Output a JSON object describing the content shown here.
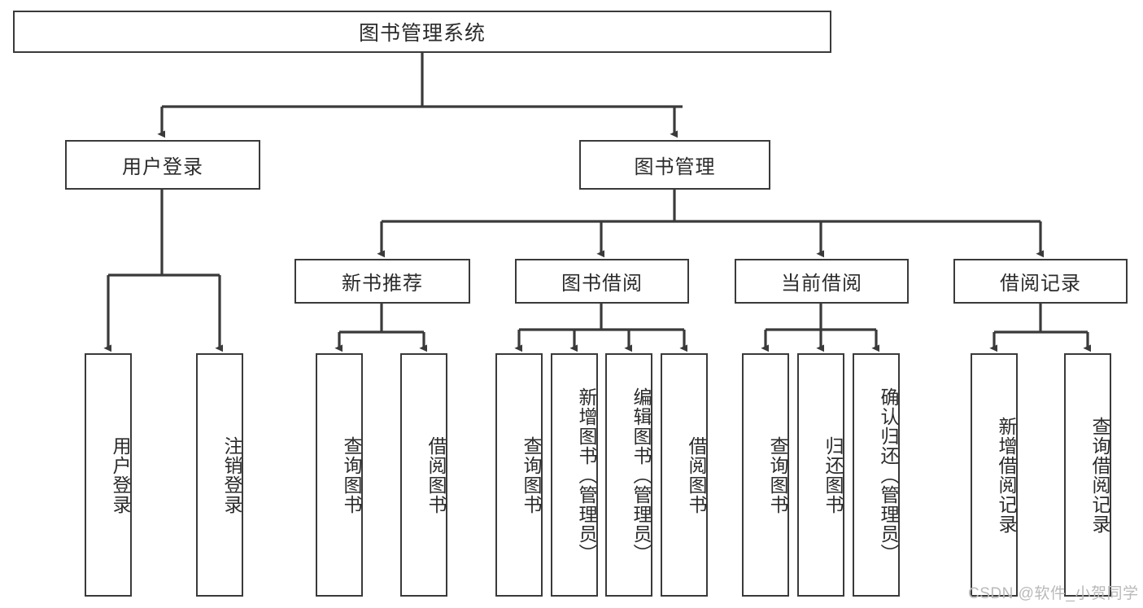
{
  "diagram": {
    "title": "图书管理系统",
    "type": "tree-hierarchy",
    "watermark": "CSDN @软件_小贺同学",
    "style": {
      "border_color": "#3a3a3a",
      "background_color": "#ffffff",
      "text_color": "#2b2b2b",
      "watermark_color": "#b9b9b9"
    }
  },
  "nodes": {
    "root": {
      "label": "图书管理系统",
      "level": 1
    },
    "level2": [
      {
        "id": "user-login",
        "label": "用户登录",
        "level": 2
      },
      {
        "id": "book-management",
        "label": "图书管理",
        "level": 2
      }
    ],
    "level3": [
      {
        "id": "new-book-recommend",
        "label": "新书推荐",
        "level": 3,
        "parent": "book-management"
      },
      {
        "id": "book-borrow",
        "label": "图书借阅",
        "level": 3,
        "parent": "book-management"
      },
      {
        "id": "current-borrow",
        "label": "当前借阅",
        "level": 3,
        "parent": "book-management"
      },
      {
        "id": "borrow-record",
        "label": "借阅记录",
        "level": 3,
        "parent": "book-management"
      }
    ],
    "leaves": [
      {
        "id": "leaf-user-login",
        "label": "用户登录",
        "parent": "user-login"
      },
      {
        "id": "leaf-logout-login",
        "label": "注销登录",
        "parent": "user-login"
      },
      {
        "id": "leaf-query-book-1",
        "label": "查询图书",
        "parent": "new-book-recommend"
      },
      {
        "id": "leaf-borrow-book-1",
        "label": "借阅图书",
        "parent": "new-book-recommend"
      },
      {
        "id": "leaf-query-book-2",
        "label": "查询图书",
        "parent": "book-borrow"
      },
      {
        "id": "leaf-add-book",
        "label": "新增图书（管理员）",
        "parent": "book-borrow"
      },
      {
        "id": "leaf-edit-book",
        "label": "编辑图书（管理员）",
        "parent": "book-borrow"
      },
      {
        "id": "leaf-borrow-book-2",
        "label": "借阅图书",
        "parent": "book-borrow"
      },
      {
        "id": "leaf-query-book-3",
        "label": "查询图书",
        "parent": "current-borrow"
      },
      {
        "id": "leaf-return-book",
        "label": "归还图书",
        "parent": "current-borrow"
      },
      {
        "id": "leaf-confirm-return",
        "label": "确认归还（管理员）",
        "parent": "current-borrow"
      },
      {
        "id": "leaf-add-record",
        "label": "新增借阅记录",
        "parent": "borrow-record"
      },
      {
        "id": "leaf-query-record",
        "label": "查询借阅记录",
        "parent": "borrow-record"
      }
    ]
  }
}
